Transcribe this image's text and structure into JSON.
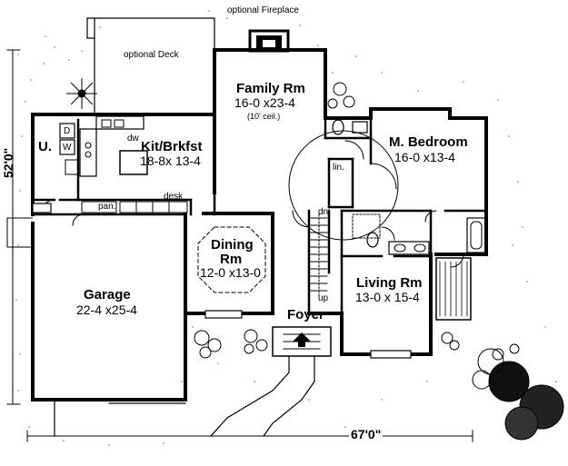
{
  "labels": {
    "optional_fireplace": "optional Fireplace",
    "optional_deck": "optional Deck",
    "family_rm": "Family Rm",
    "family_rm_dim": "16-0 x23-4",
    "family_rm_ceiling": "(10' ceil.)",
    "utility": "U.",
    "dw": "dw",
    "kit_brkfst": "Kit/Brkfst",
    "kit_brkfst_dim": "18-8x 13-4",
    "m_bedroom": "M. Bedroom",
    "m_bedroom_dim": "16-0 x13-4",
    "lin": "lin.",
    "pan": "pan.",
    "desk": "desk",
    "dn": "dn",
    "up": "up",
    "dining_rm_1": "Dining",
    "dining_rm_2": "Rm",
    "dining_rm_dim": "12-0 x13-0",
    "garage": "Garage",
    "garage_dim": "22-4 x25-4",
    "living_rm": "Living Rm",
    "living_rm_dim": "13-0 x 15-4",
    "foyer": "Foyer",
    "appliance_d": "D",
    "appliance_w": "W",
    "overall_depth": "52'0\"",
    "overall_width": "67'0\""
  },
  "colors": {
    "line": "#000000",
    "background": "#ffffff"
  }
}
